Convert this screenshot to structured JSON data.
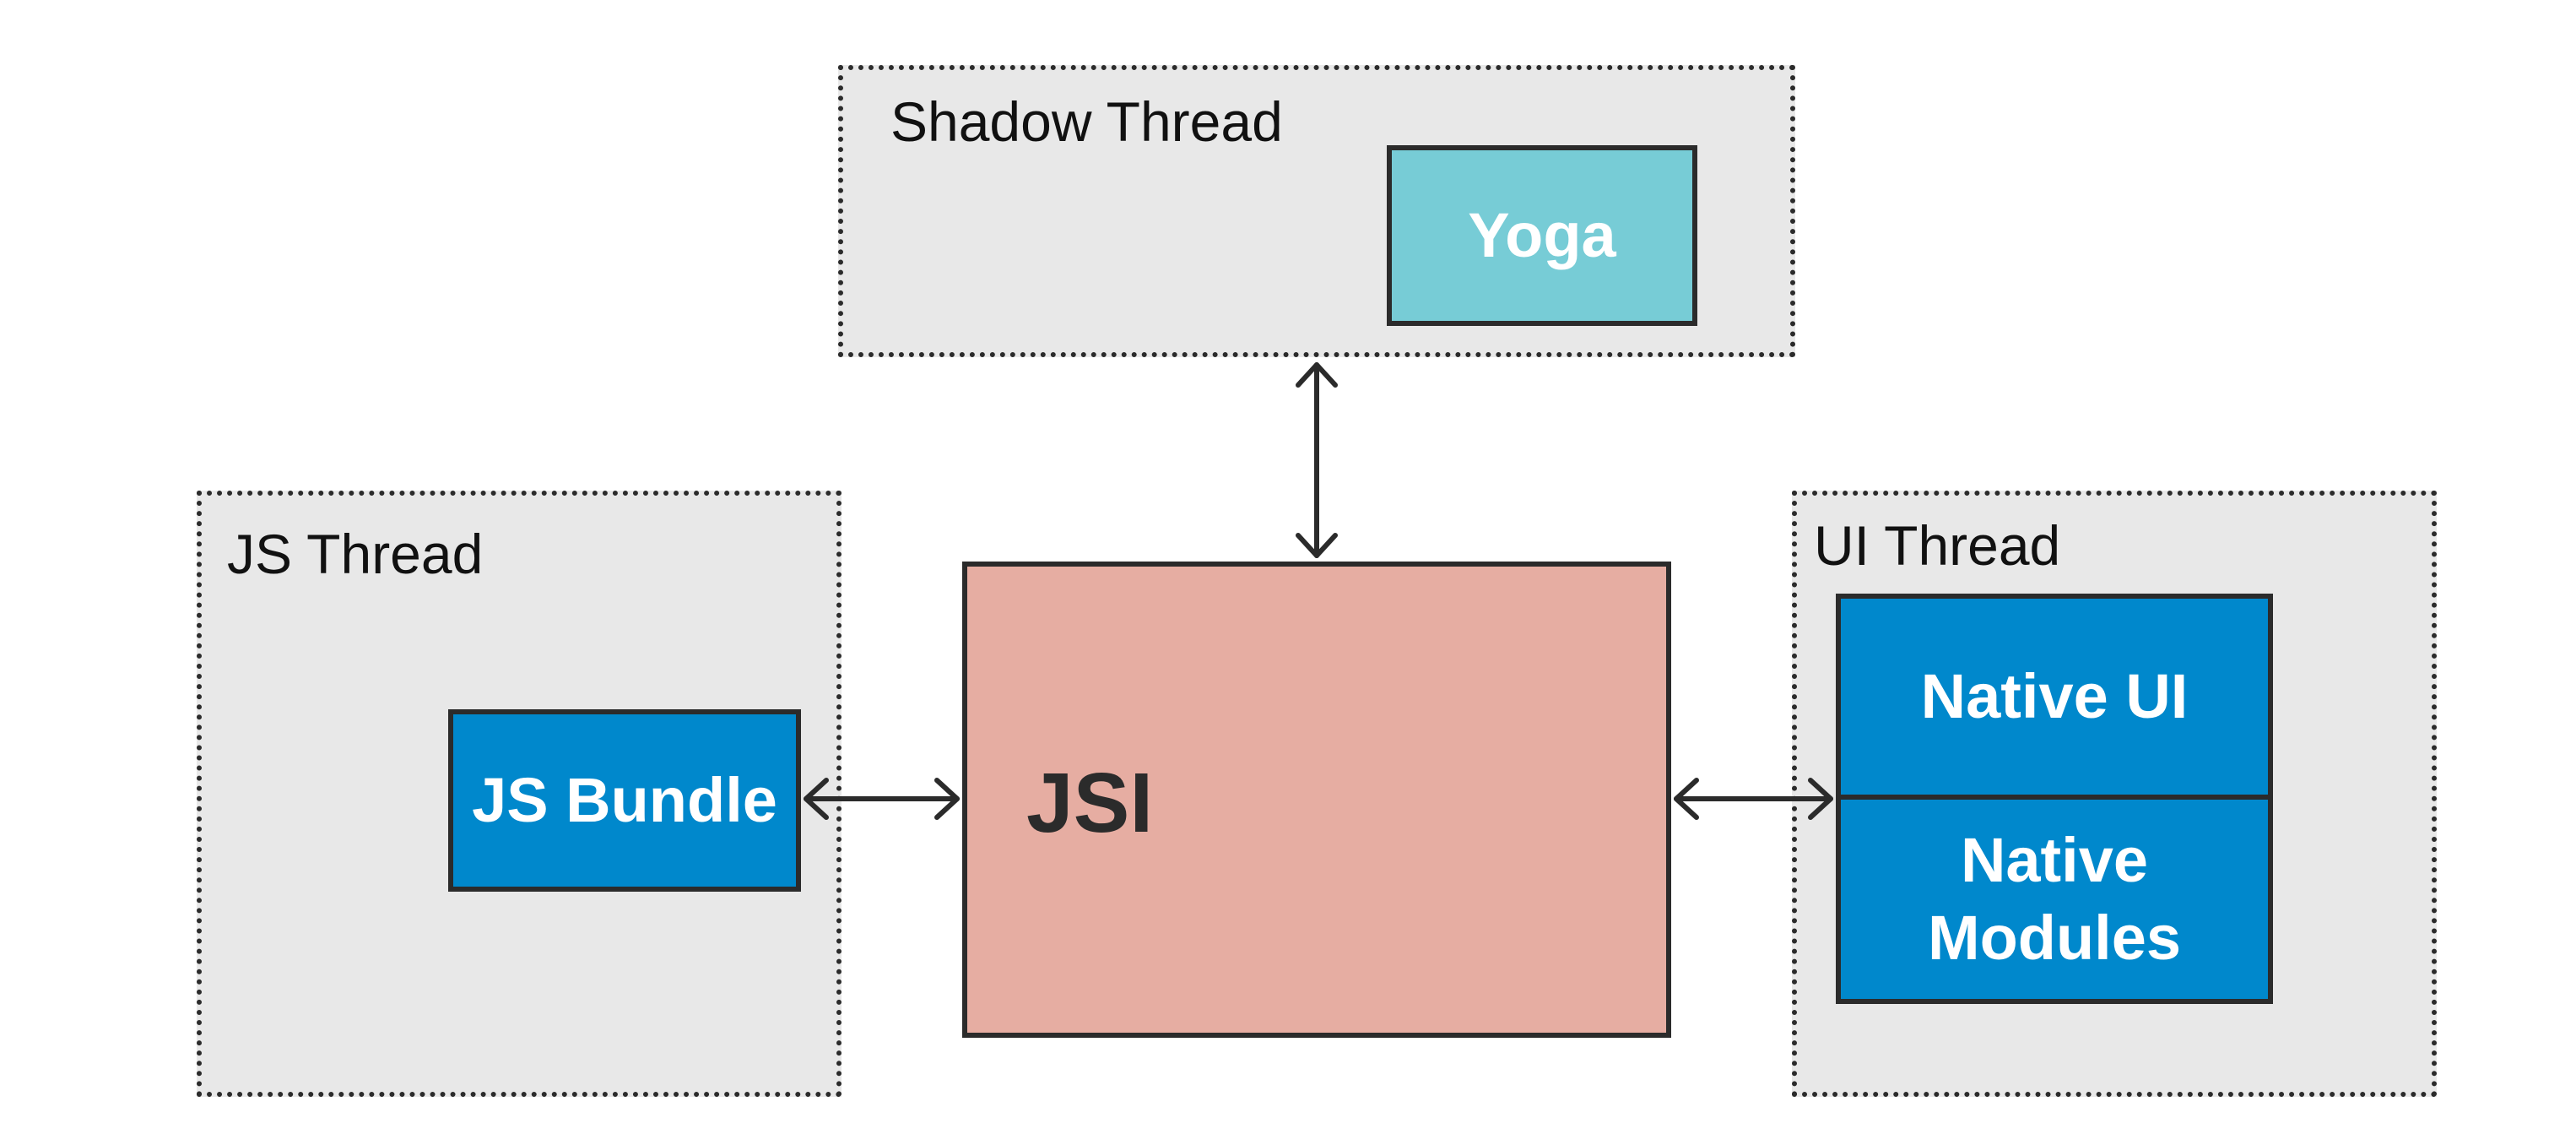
{
  "shadow_thread": {
    "label": "Shadow Thread",
    "yoga": "Yoga"
  },
  "js_thread": {
    "label": "JS Thread",
    "bundle": "JS Bundle"
  },
  "jsi": {
    "label": "JSI"
  },
  "ui_thread": {
    "label": "UI Thread",
    "native_ui": "Native UI",
    "native_modules_line1": "Native",
    "native_modules_line2": "Modules"
  },
  "colors": {
    "thread_background": "#e8e8e8",
    "blue_block": "#0088cc",
    "teal_block": "#77ccd6",
    "jsi_block": "#e6ada2",
    "outline": "#2b2b2b"
  },
  "connections": [
    {
      "from": "shadow-thread",
      "to": "jsi",
      "bidirectional": true
    },
    {
      "from": "js-bundle",
      "to": "jsi",
      "bidirectional": true
    },
    {
      "from": "jsi",
      "to": "ui-thread-stack",
      "bidirectional": true
    }
  ]
}
